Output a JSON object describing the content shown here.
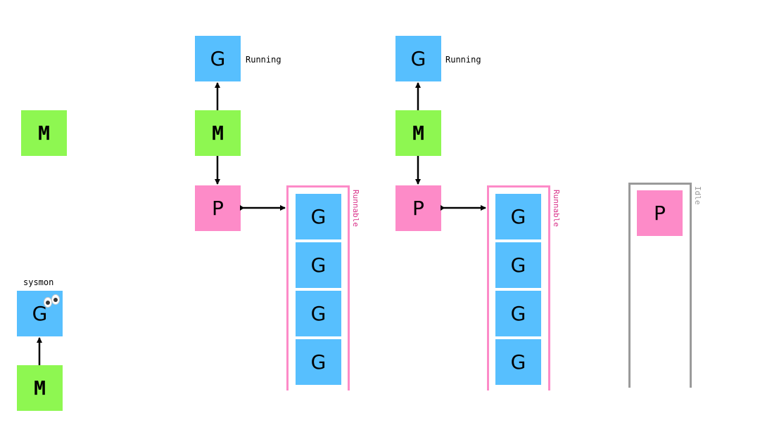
{
  "labels": {
    "g": "G",
    "m": "M",
    "p": "P",
    "running": "Running",
    "runnable": "Runnable",
    "idle": "Idle",
    "sysmon": "sysmon"
  },
  "colors": {
    "goroutine": "#57bffe",
    "machine": "#8ef751",
    "processor": "#fd8bc8",
    "runnable_queue": "#fd8bc8",
    "idle_queue": "#9a9a9a"
  },
  "groups": [
    {
      "id": "lone-m",
      "machine": "M"
    },
    {
      "id": "sysmon",
      "label": "sysmon",
      "goroutine": "G",
      "machine": "M"
    },
    {
      "id": "mp-1",
      "running": "G",
      "running_label": "Running",
      "machine": "M",
      "processor": "P",
      "queue_label": "Runnable",
      "queue": [
        "G",
        "G",
        "G",
        "G"
      ]
    },
    {
      "id": "mp-2",
      "running": "G",
      "running_label": "Running",
      "machine": "M",
      "processor": "P",
      "queue_label": "Runnable",
      "queue": [
        "G",
        "G",
        "G",
        "G"
      ]
    },
    {
      "id": "idle-p",
      "queue_label": "Idle",
      "processor": "P"
    }
  ]
}
